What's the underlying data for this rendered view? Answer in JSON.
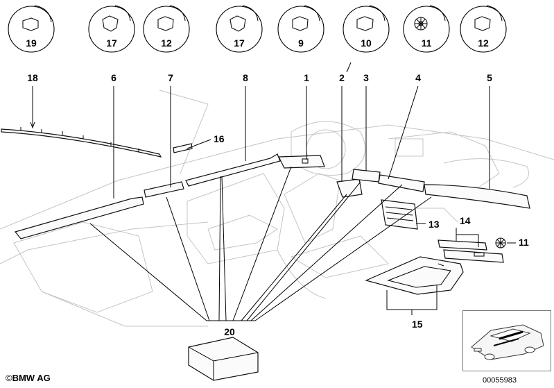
{
  "callout_numbers": {
    "c19": "19",
    "c17a": "17",
    "c12a": "12",
    "c17b": "17",
    "c9": "9",
    "c10": "10",
    "c11a": "11",
    "c12b": "12",
    "c18": "18",
    "c6": "6",
    "c7": "7",
    "c8": "8",
    "c1": "1",
    "c2": "2",
    "c3": "3",
    "c4": "4",
    "c5": "5",
    "c16": "16",
    "c13": "13",
    "c14": "14",
    "c11b": "11",
    "c15": "15",
    "c20": "20"
  },
  "footer": {
    "copyright_symbol": "©",
    "brand": "BMW AG",
    "document_number": "00055983"
  },
  "icons": [
    "fastener-clip-icon",
    "expanding-rivet-icon",
    "star-clip-icon",
    "bmw-car-thumbnail-icon"
  ]
}
